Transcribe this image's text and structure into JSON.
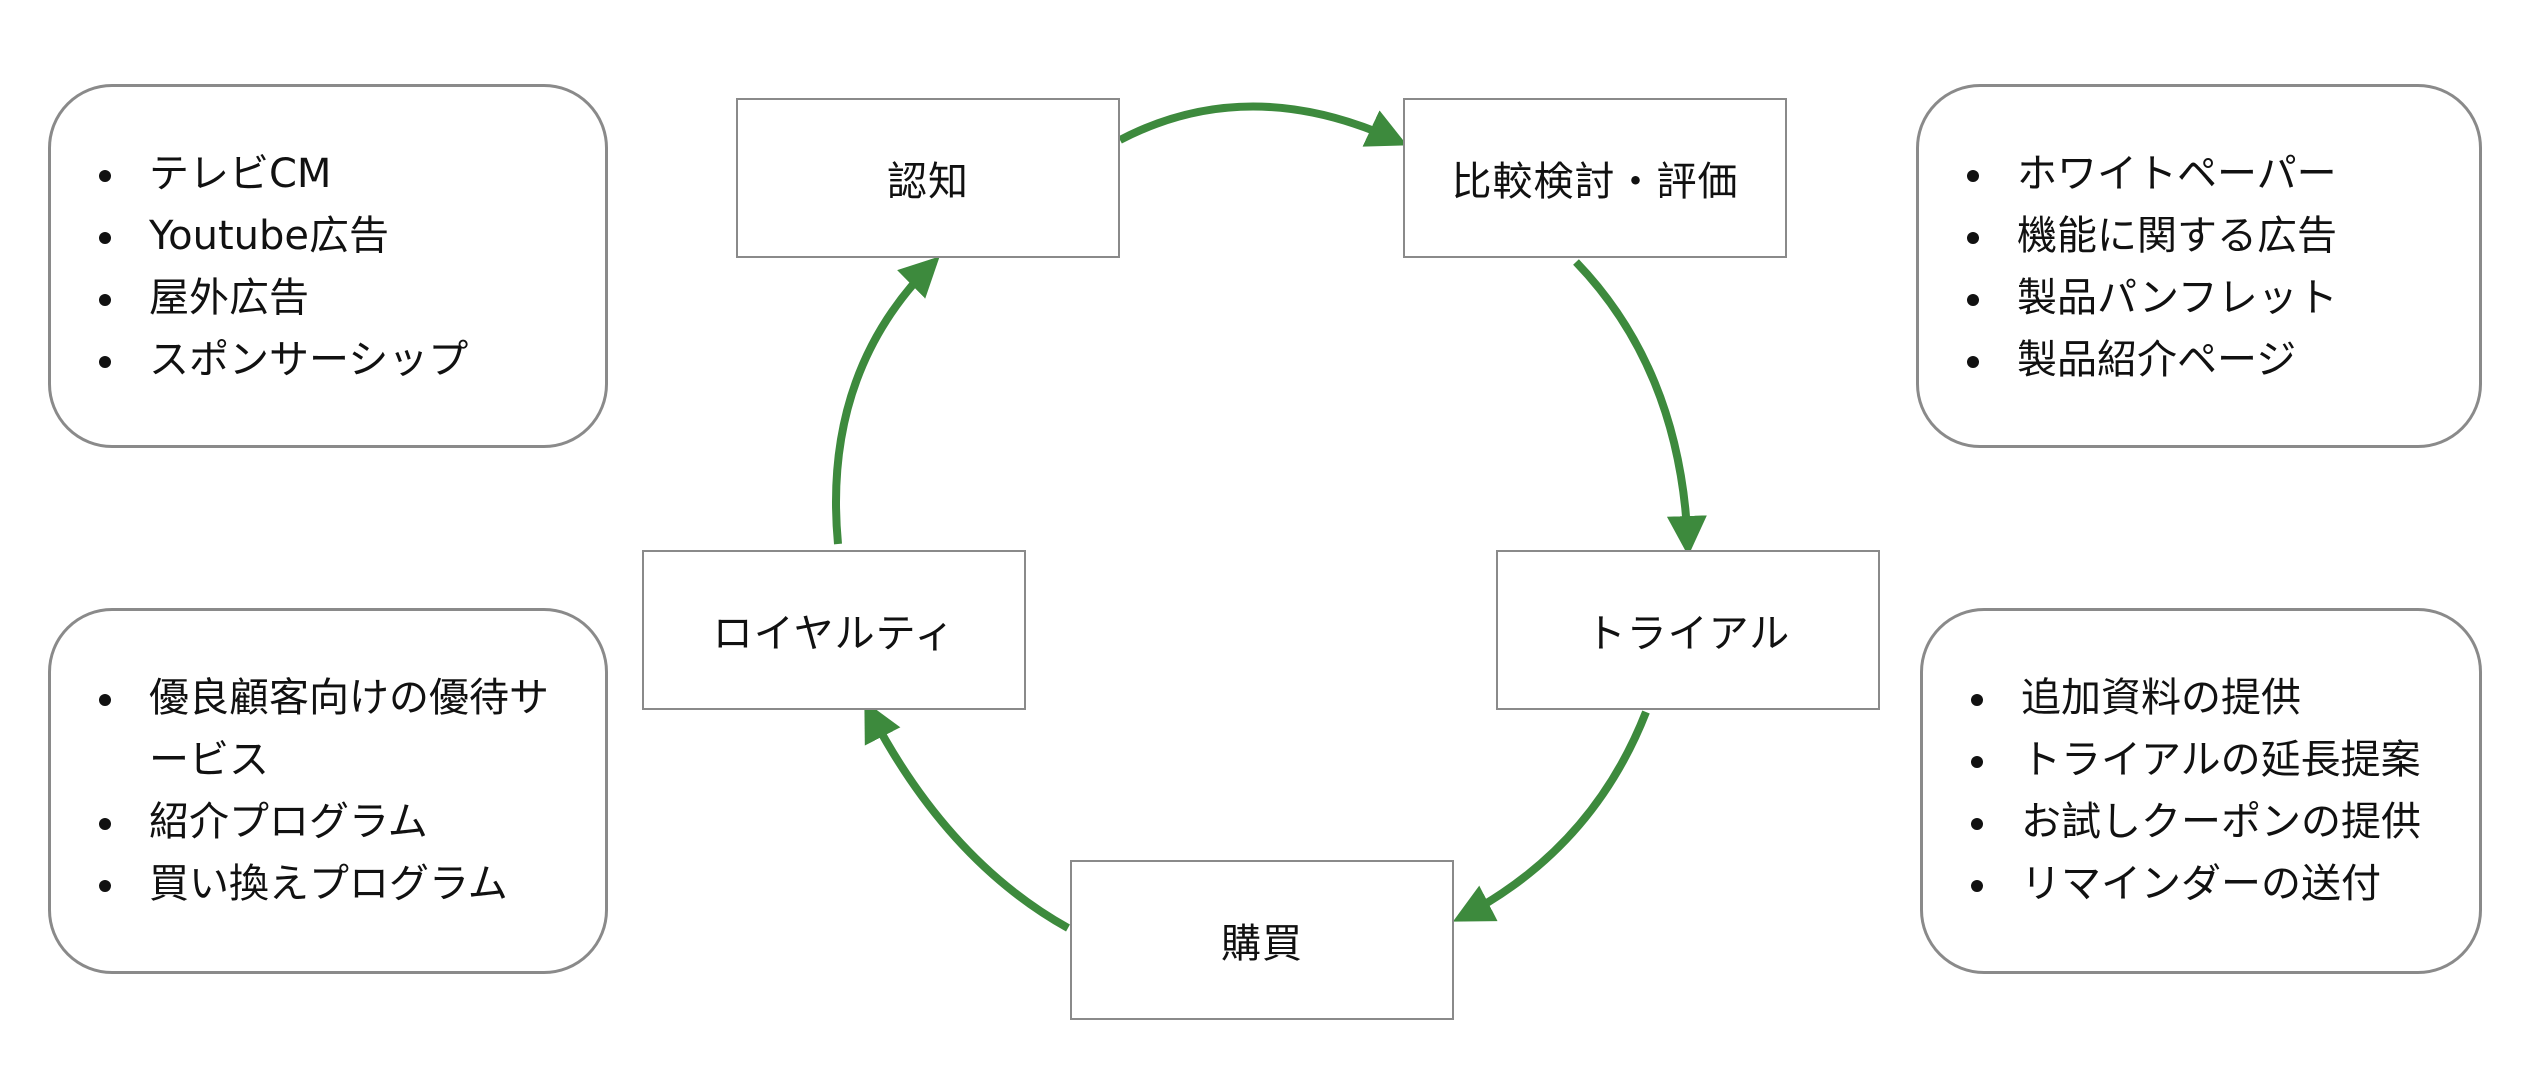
{
  "colors": {
    "arrow": "#3d8a3d",
    "box_border": "#8a8a8a",
    "text": "#111111"
  },
  "stages": {
    "awareness": "認知",
    "comparison": "比較検討・評価",
    "trial": "トライアル",
    "purchase": "購買",
    "loyalty": "ロイヤルティ"
  },
  "panels": {
    "awareness": {
      "items": [
        "テレビCM",
        "Youtube広告",
        "屋外広告",
        "スポンサーシップ"
      ]
    },
    "comparison": {
      "items": [
        "ホワイトペーパー",
        "機能に関する広告",
        "製品パンフレット",
        "製品紹介ページ"
      ]
    },
    "trial": {
      "items": [
        "追加資料の提供",
        "トライアルの延長提案",
        "お試しクーポンの提供",
        "リマインダーの送付"
      ]
    },
    "loyalty": {
      "items": [
        "優良顧客向けの優待サービス",
        "紹介プログラム",
        "買い換えプログラム"
      ]
    }
  }
}
